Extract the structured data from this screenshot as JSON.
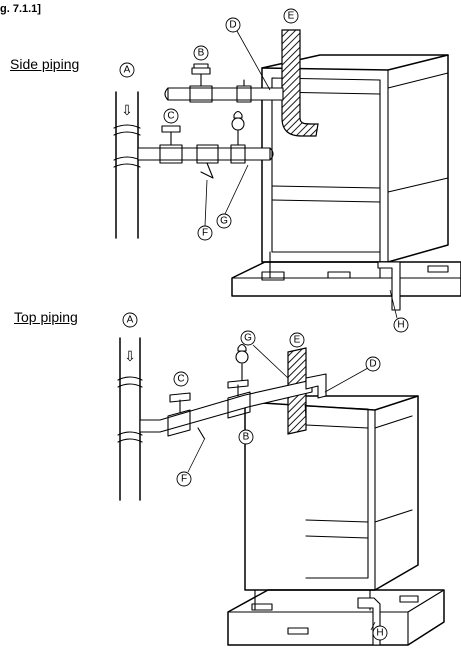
{
  "figure_label": "g. 7.1.1]",
  "sections": {
    "side": {
      "title": "Side piping"
    },
    "top": {
      "title": "Top piping"
    }
  },
  "callouts": {
    "A": "A",
    "B": "B",
    "C": "C",
    "D": "D",
    "E": "E",
    "F": "F",
    "G": "G",
    "H": "H"
  },
  "flow_arrow_glyph": "⇩"
}
